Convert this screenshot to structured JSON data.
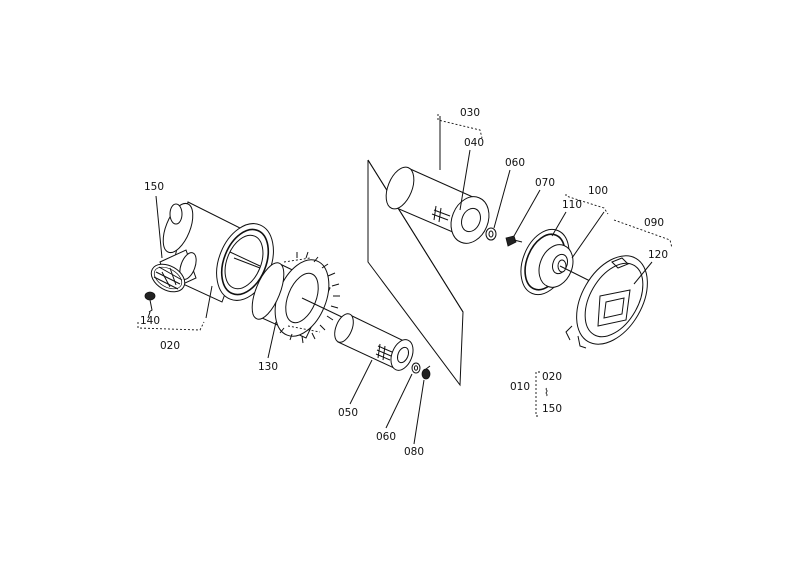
{
  "part_labels": {
    "p010": "010",
    "p020": "020",
    "p020b": "020",
    "p030": "030",
    "p040": "040",
    "p050": "050",
    "p060a": "060",
    "p060b": "060",
    "p070": "070",
    "p080": "080",
    "p090": "090",
    "p100": "100",
    "p110": "110",
    "p120": "120",
    "p130": "130",
    "p140": "140",
    "p150": "150",
    "p150b": "150"
  },
  "range_separator": "⌇"
}
